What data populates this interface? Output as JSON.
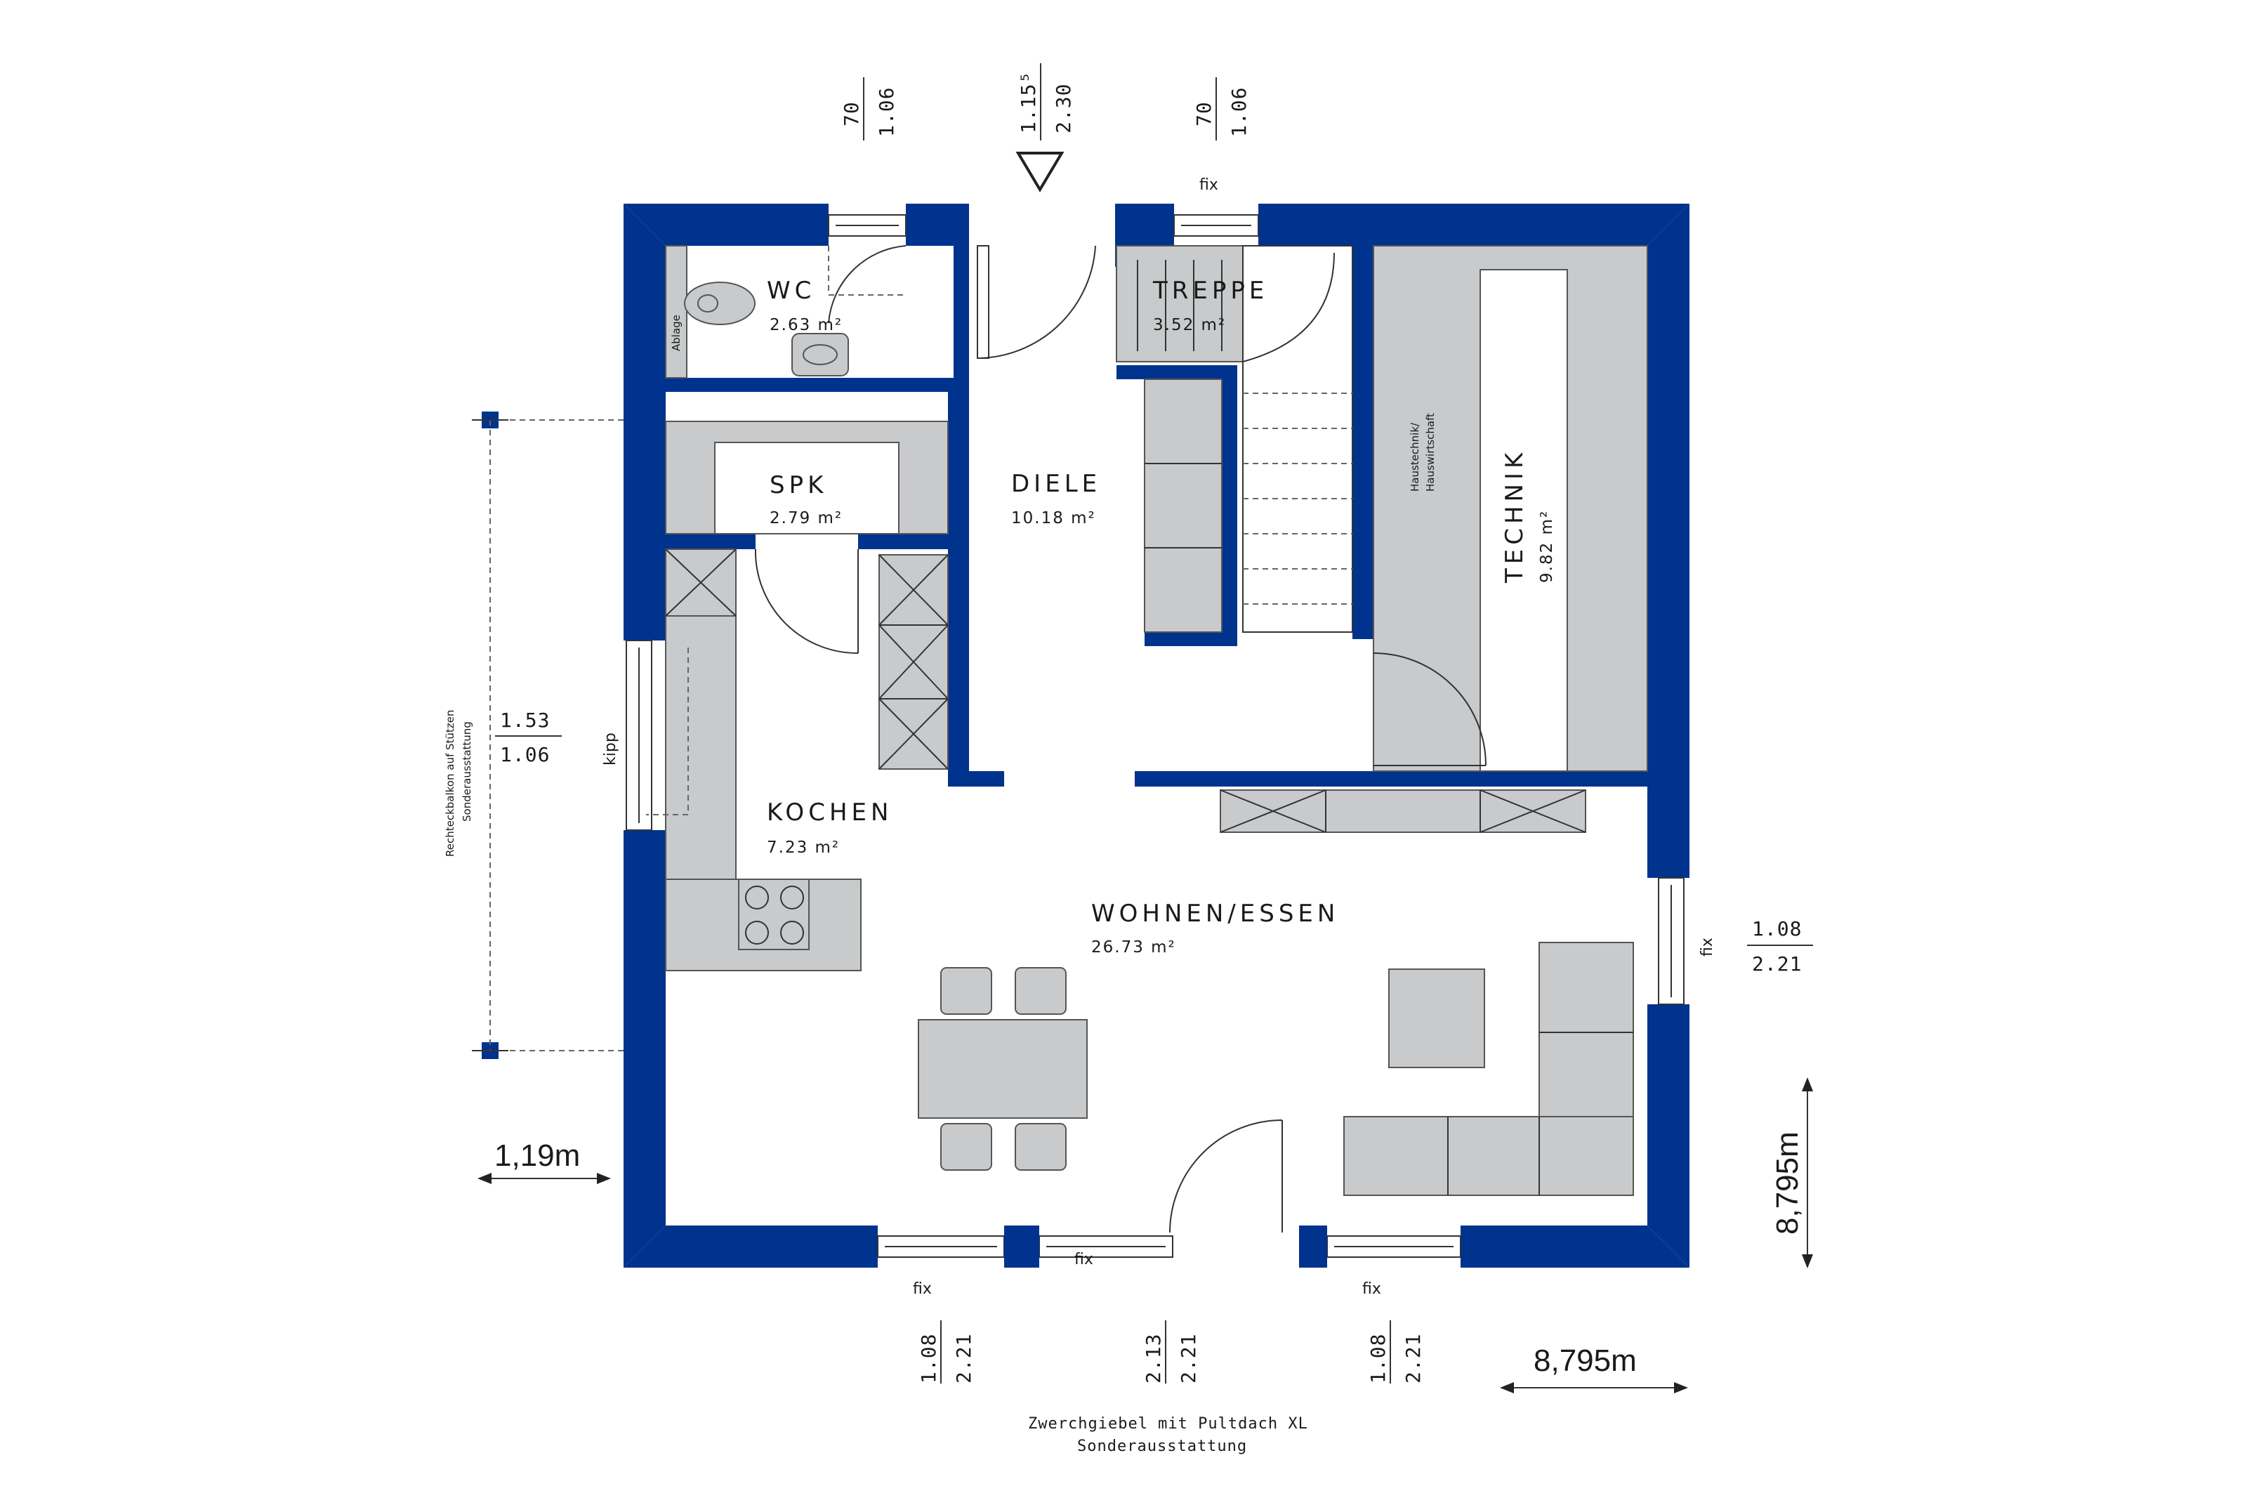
{
  "rooms": {
    "wc": {
      "name": "WC",
      "area": "2.63 m²"
    },
    "treppe": {
      "name": "TREPPE",
      "area": "3.52 m²"
    },
    "spk": {
      "name": "SPK",
      "area": "2.79 m²"
    },
    "diele": {
      "name": "DIELE",
      "area": "10.18 m²"
    },
    "technik": {
      "name": "TECHNIK",
      "area": "9.82 m²"
    },
    "kochen": {
      "name": "KOCHEN",
      "area": "7.23 m²"
    },
    "wohnen": {
      "name": "WOHNEN/ESSEN",
      "area": "26.73 m²"
    }
  },
  "labels": {
    "ablage": "Ablage",
    "haustechnik_1": "Haustechnik/",
    "haustechnik_2": "Hauswirtschaft",
    "fix": "fix",
    "kipp": "kipp"
  },
  "dimensions": {
    "top_left": {
      "top": "70",
      "bottom": "1.06"
    },
    "top_entry": {
      "top": "1.15⁵",
      "bottom": "2.30"
    },
    "top_right": {
      "top": "70",
      "bottom": "1.06"
    },
    "left_window": {
      "top": "1.53",
      "bottom": "1.06"
    },
    "right_window": {
      "top": "1.08",
      "bottom": "2.21"
    },
    "bottom_1": {
      "top": "1.08",
      "bottom": "2.21"
    },
    "bottom_2": {
      "top": "2.13",
      "bottom": "2.21"
    },
    "bottom_3": {
      "top": "1.08",
      "bottom": "2.21"
    },
    "balcony_depth": "1,19m",
    "width": "8,795m",
    "height": "8,795m"
  },
  "notes": {
    "balcony_1": "Rechteckbalkon auf Stützen",
    "balcony_2": "Sonderausstattung",
    "gable_1": "Zwerchgiebel mit Pultdach XL",
    "gable_2": "Sonderausstattung"
  },
  "colors": {
    "wall": "#00338d",
    "furniture": "#c8cacc"
  }
}
